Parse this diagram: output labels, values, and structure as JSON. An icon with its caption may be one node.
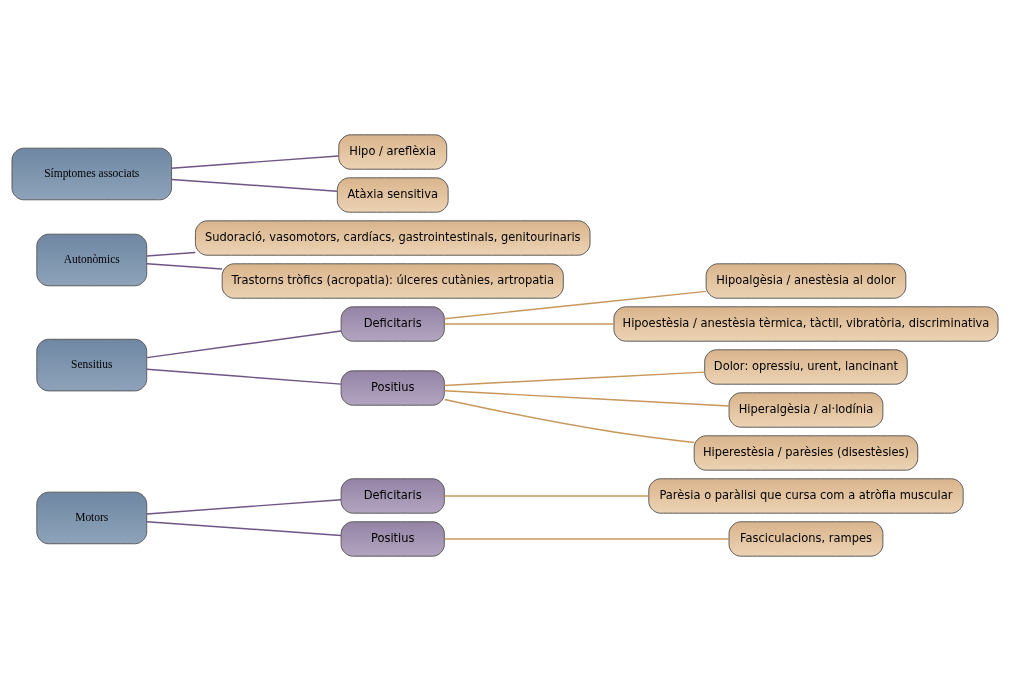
{
  "diagram": {
    "nodes": [
      {
        "text": [
          "Motors"
        ]
      },
      {
        "text": [
          "Deficitaris"
        ]
      },
      {
        "text": [
          "Positius"
        ]
      },
      {
        "text": [
          "Parèsia o paràlisi que cursa com a atròfia muscular"
        ]
      },
      {
        "text": [
          "Fasciculacions, rampes"
        ]
      },
      {
        "text": [
          "Sensitius"
        ]
      },
      {
        "text": [
          "Deficitaris"
        ]
      },
      {
        "text": [
          "Positius"
        ]
      },
      {
        "text": [
          "Hipoalgèsia / anestèsia al dolor"
        ]
      },
      {
        "text": [
          "Hipoestèsia / anestèsia tèrmica, tàctil, vibratòria, discriminativa"
        ]
      },
      {
        "text": [
          "Dolor: opressiu, urent, lancinant"
        ]
      },
      {
        "text": [
          "Hiperalgèsia / al·lodínia"
        ]
      },
      {
        "text": [
          "Hiperestèsia / parèsies (disestèsies)"
        ]
      },
      {
        "text": [
          "Autonòmics"
        ]
      },
      {
        "text": [
          "Sudoració, vasomotors, cardíacs, gastrointestinals, genitourinaris"
        ]
      },
      {
        "text": [
          "Trastorns tròfics (acropatia): úlceres cutànies, artropatia"
        ]
      },
      {
        "text": [
          "Símptomes associats"
        ]
      },
      {
        "text": [
          "Hipo / areflèxia"
        ]
      },
      {
        "text": [
          "Atàxia sensitiva"
        ]
      }
    ],
    "edges": [
      {
        "from": 0,
        "to": 1,
        "arrow": "none"
      },
      {
        "from": 0,
        "to": 2,
        "arrow": "none"
      },
      {
        "from": 1,
        "to": 3,
        "arrow": "none",
        "color": "#c8975a"
      },
      {
        "from": 2,
        "to": 4,
        "arrow": "none",
        "color": "#c8975a"
      },
      {
        "from": 5,
        "to": 6,
        "arrow": "none"
      },
      {
        "from": 5,
        "to": 7,
        "arrow": "none"
      },
      {
        "from": 6,
        "to": 8,
        "arrow": "none",
        "color": "#c8975a"
      },
      {
        "from": 6,
        "to": 9,
        "arrow": "none",
        "color": "#c8975a"
      },
      {
        "from": 7,
        "to": 10,
        "arrow": "none",
        "color": "#c8975a"
      },
      {
        "from": 7,
        "to": 11,
        "arrow": "none",
        "color": "#c8975a"
      },
      {
        "from": 7,
        "to": 12,
        "arrow": "none",
        "color": "#c8975a"
      },
      {
        "from": 13,
        "to": 14,
        "arrow": "none"
      },
      {
        "from": 13,
        "to": 15,
        "arrow": "none"
      },
      {
        "from": 16,
        "to": 17,
        "arrow": "none"
      },
      {
        "from": 16,
        "to": 18,
        "arrow": "none"
      }
    ]
  }
}
